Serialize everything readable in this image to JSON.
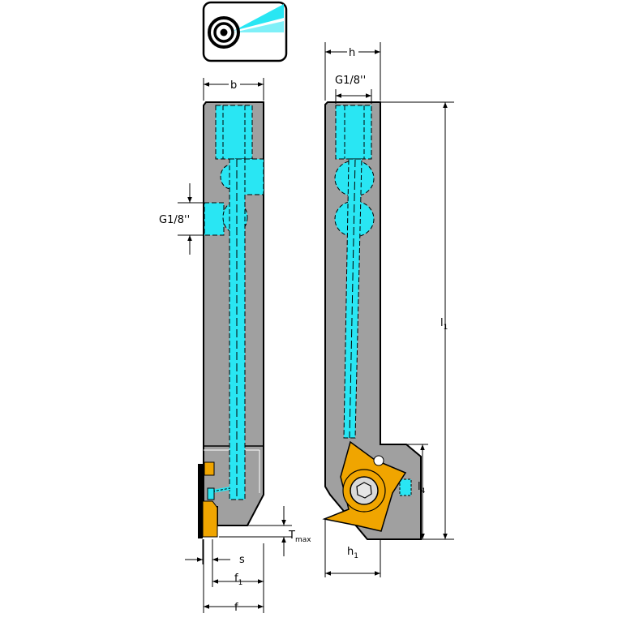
{
  "badge": {
    "icon": "coolant-target-icon"
  },
  "colors": {
    "body": "#a0a0a0",
    "coolant": "#29e6f3",
    "insert": "#f0a500",
    "outline": "#000000",
    "badge_bg": "#ffffff"
  },
  "labels": {
    "b": "b",
    "h": "h",
    "g18_top": "G1/8''",
    "g18_side": "G1/8''",
    "l1_main": "l",
    "l1_sub": "1",
    "l4_main": "l",
    "l4_sub": "4",
    "tmax_main": "T",
    "tmax_sub": "max",
    "s": "s",
    "f1_main": "f",
    "f1_sub": "1",
    "f": "f",
    "h1_main": "h",
    "h1_sub": "1"
  }
}
